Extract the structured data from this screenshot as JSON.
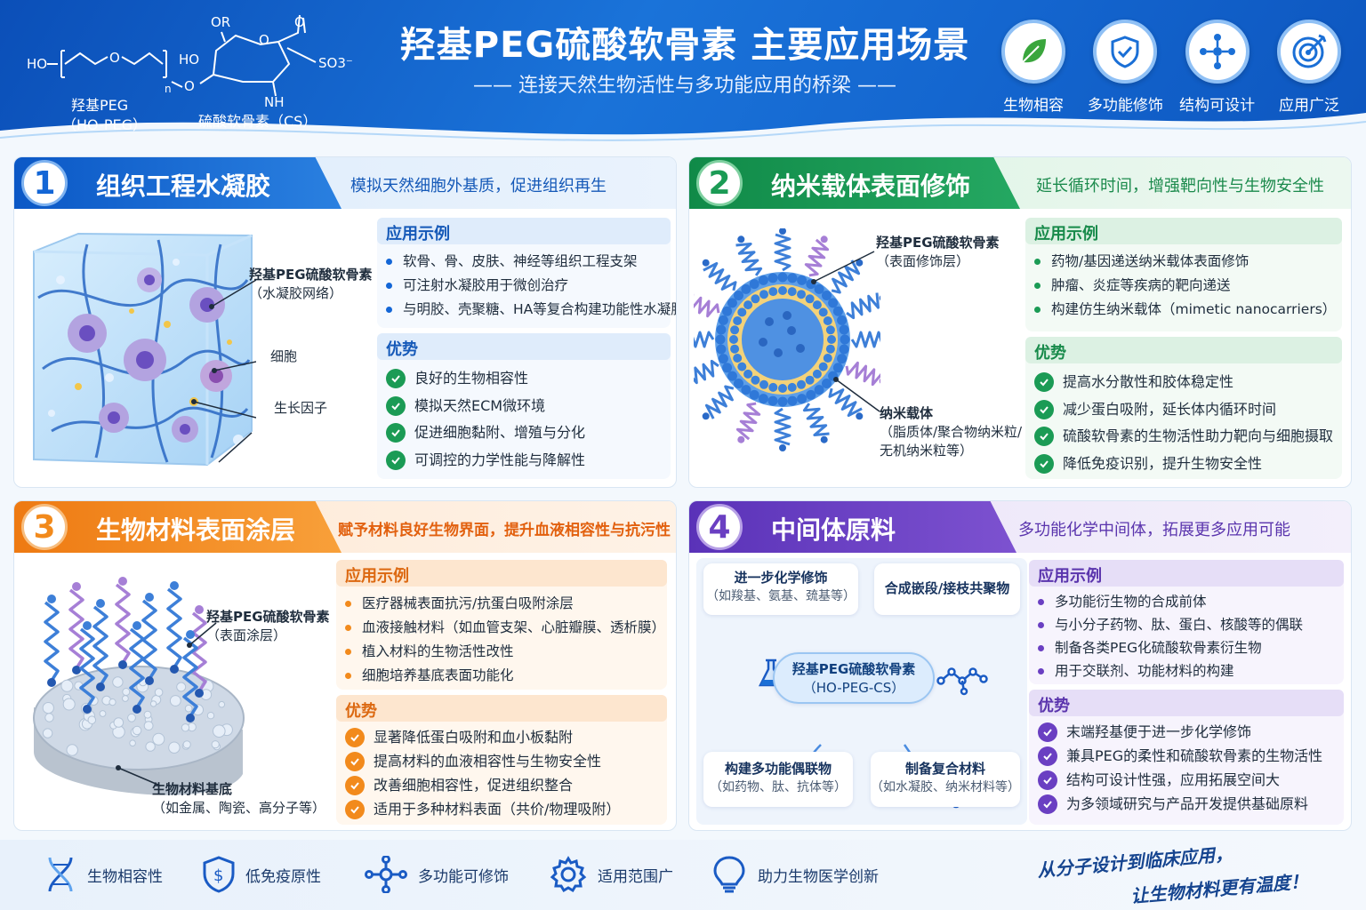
{
  "header": {
    "title": "羟基PEG硫酸软骨素 主要应用场景",
    "subtitle": "—— 连接天然生物活性与多功能应用的桥梁 ——",
    "molecule": {
      "peg_name": "羟基PEG",
      "peg_abbr": "（HO-PEG）",
      "cs_name": "硫酸软骨素（CS）",
      "labels": [
        "HO",
        "O",
        "n",
        "O",
        "HO",
        "OR",
        "O",
        "O",
        "SO3⁻",
        "NH"
      ]
    },
    "features": [
      {
        "label": "生物相容",
        "icon": "leaf-icon"
      },
      {
        "label": "多功能修饰",
        "icon": "shield-check-icon"
      },
      {
        "label": "结构可设计",
        "icon": "molecule-icon"
      },
      {
        "label": "应用广泛",
        "icon": "target-icon"
      }
    ]
  },
  "colors": {
    "blue": "#1366d6",
    "green": "#1b9b55",
    "orange": "#f28a1c",
    "purple": "#6a3fc2"
  },
  "panels": [
    {
      "num": "1",
      "title": "组织工程水凝胶",
      "tagline": "模拟天然细胞外基质，促进组织再生",
      "callouts": [
        "羟基PEG硫酸软骨素",
        "（水凝胶网络）",
        "细胞",
        "生长因子"
      ],
      "examples_title": "应用示例",
      "examples": [
        "软骨、骨、皮肤、神经等组织工程支架",
        "可注射水凝胶用于微创治疗",
        "与明胶、壳聚糖、HA等复合构建功能性水凝胶"
      ],
      "advantages_title": "优势",
      "advantages": [
        "良好的生物相容性",
        "模拟天然ECM微环境",
        "促进细胞黏附、增殖与分化",
        "可调控的力学性能与降解性"
      ]
    },
    {
      "num": "2",
      "title": "纳米载体表面修饰",
      "tagline": "延长循环时间，增强靶向性与生物安全性",
      "callouts": [
        "羟基PEG硫酸软骨素",
        "（表面修饰层）",
        "纳米载体",
        "（脂质体/聚合物纳米粒/",
        "无机纳米粒等）"
      ],
      "examples_title": "应用示例",
      "examples": [
        "药物/基因递送纳米载体表面修饰",
        "肿瘤、炎症等疾病的靶向递送",
        "构建仿生纳米载体（mimetic nanocarriers）"
      ],
      "advantages_title": "优势",
      "advantages": [
        "提高水分散性和胶体稳定性",
        "减少蛋白吸附，延长体内循环时间",
        "硫酸软骨素的生物活性助力靶向与细胞摄取",
        "降低免疫识别，提升生物安全性"
      ]
    },
    {
      "num": "3",
      "title": "生物材料表面涂层",
      "tagline": "赋予材料良好生物界面，提升血液相容性与抗污性",
      "callouts": [
        "羟基PEG硫酸软骨素",
        "（表面涂层）",
        "生物材料基底",
        "（如金属、陶瓷、高分子等）"
      ],
      "examples_title": "应用示例",
      "examples": [
        "医疗器械表面抗污/抗蛋白吸附涂层",
        "血液接触材料（如血管支架、心脏瓣膜、透析膜）",
        "植入材料的生物活性改性",
        "细胞培养基底表面功能化"
      ],
      "advantages_title": "优势",
      "advantages": [
        "显著降低蛋白吸附和血小板黏附",
        "提高材料的血液相容性与生物安全性",
        "改善细胞相容性，促进组织整合",
        "适用于多种材料表面（共价/物理吸附）"
      ]
    },
    {
      "num": "4",
      "title": "中间体原料",
      "tagline": "多功能化学中间体，拓展更多应用可能",
      "diagram": {
        "center": [
          "羟基PEG硫酸软骨素",
          "（HO-PEG-CS）"
        ],
        "n1": [
          "进一步化学修饰",
          "（如羧基、氨基、巯基等）"
        ],
        "n2": [
          "合成嵌段/接枝共聚物"
        ],
        "n3": [
          "构建多功能偶联物",
          "（如药物、肽、抗体等）"
        ],
        "n4": [
          "制备复合材料",
          "（如水凝胶、纳米材料等）"
        ]
      },
      "examples_title": "应用示例",
      "examples": [
        "多功能衍生物的合成前体",
        "与小分子药物、肽、蛋白、核酸等的偶联",
        "制备各类PEG化硫酸软骨素衍生物",
        "用于交联剂、功能材料的构建"
      ],
      "advantages_title": "优势",
      "advantages": [
        "末端羟基便于进一步化学修饰",
        "兼具PEG的柔性和硫酸软骨素的生物活性",
        "结构可设计性强，应用拓展空间大",
        "为多领域研究与产品开发提供基础原料"
      ]
    }
  ],
  "footer": {
    "items": [
      {
        "label": "生物相容性",
        "icon": "dna-icon"
      },
      {
        "label": "低免疫原性",
        "icon": "shield-dollar-icon"
      },
      {
        "label": "多功能可修饰",
        "icon": "molecule-icon"
      },
      {
        "label": "适用范围广",
        "icon": "gear-icon"
      },
      {
        "label": "助力生物医学创新",
        "icon": "lightbulb-icon"
      }
    ],
    "slogan_line1": "从分子设计到临床应用，",
    "slogan_line2": "让生物材料更有温度！"
  }
}
